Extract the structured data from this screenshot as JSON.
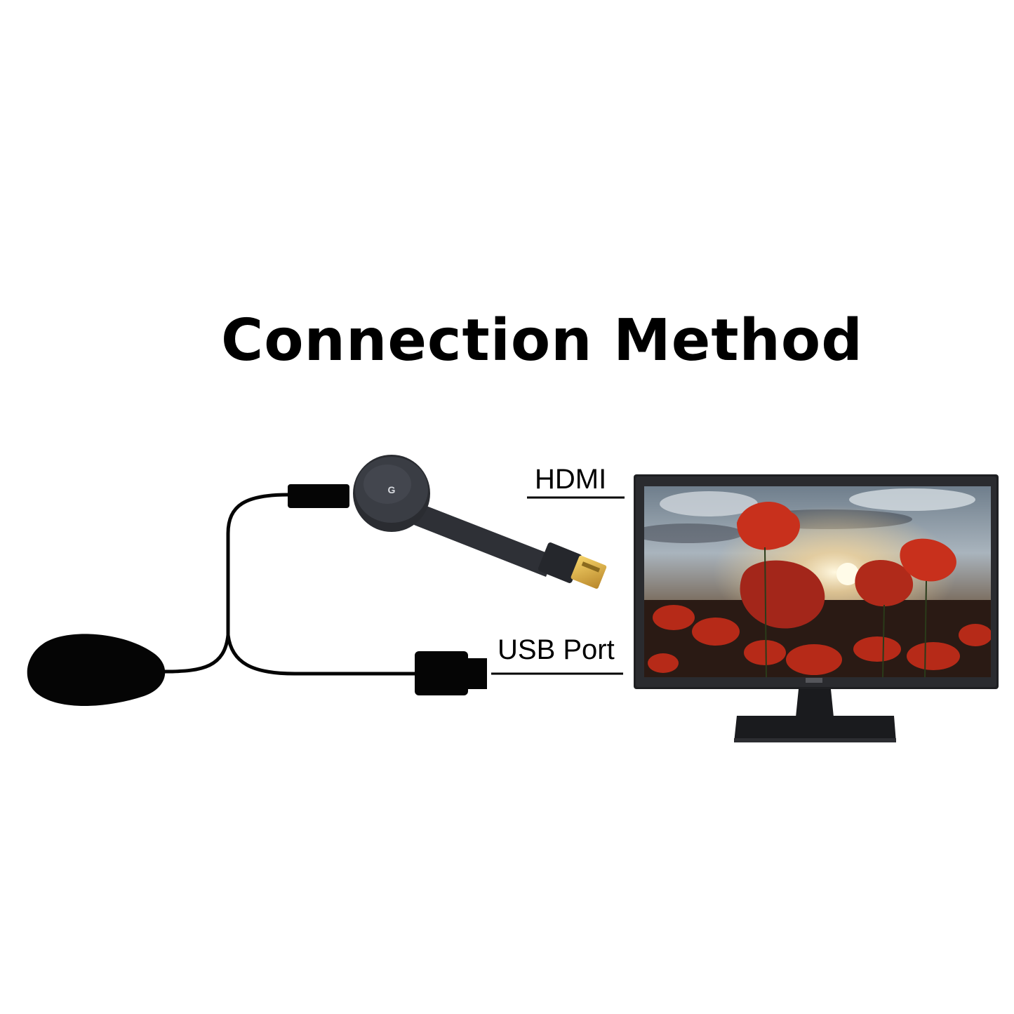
{
  "title": "Connection Method",
  "labels": {
    "hdmi": "HDMI",
    "usb": "USB Port"
  },
  "colors": {
    "background": "#ffffff",
    "text": "#000000",
    "dongle": "#2b2d33",
    "hdmi_gold": "#d4a62a",
    "monitor_frame": "#1e1f22",
    "sky": "#8a9aa6",
    "poppy": "#c8301c"
  },
  "icons": {
    "adapter": "power-adapter-icon",
    "dongle": "wireless-display-dongle-icon",
    "monitor": "monitor-icon"
  }
}
